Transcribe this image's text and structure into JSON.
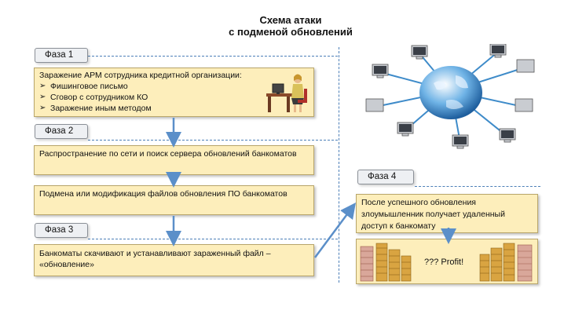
{
  "title_line1": "Схема атаки",
  "title_line2": "с подменой обновлений",
  "phases": {
    "p1": "Фаза 1",
    "p2": "Фаза 2",
    "p3": "Фаза 3",
    "p4": "Фаза 4"
  },
  "steps": {
    "infect_title": "Заражение АРМ сотрудника кредитной организации:",
    "infect_items": [
      "Фишинговое письмо",
      "Сговор с сотрудником КО",
      "Заражение иным методом"
    ],
    "spread": "Распространение по сети и поиск сервера обновлений банкоматов",
    "replace": "Подмена или модификация файлов обновления ПО банкоматов",
    "download": "Банкоматы скачивают и устанавливают зараженный файл – «обновление»",
    "remote": "После успешного обновления злоумышленник получает удаленный доступ к банкомату",
    "profit": "??? Profit!"
  },
  "colors": {
    "box_fill": "#fdeebb",
    "phase_fill": "#eef0f3",
    "arrow": "#5b8fc9",
    "dash": "#4c7fb8"
  }
}
